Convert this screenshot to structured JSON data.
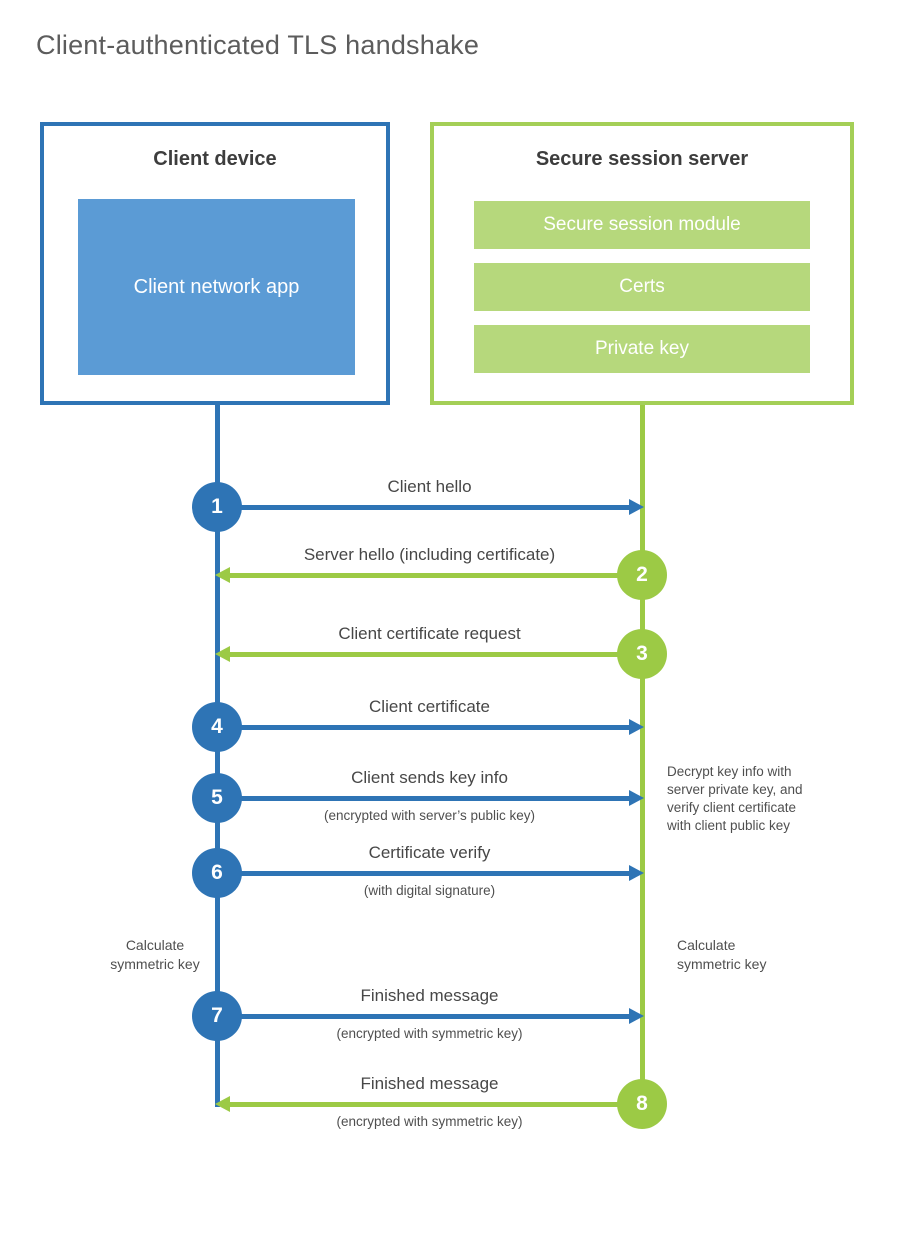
{
  "title": "Client-authenticated TLS handshake",
  "client": {
    "title": "Client device",
    "app_label": "Client network app"
  },
  "server": {
    "title": "Secure session server",
    "modules": [
      "Secure session module",
      "Certs",
      "Private key"
    ]
  },
  "steps": [
    {
      "num": "1",
      "from": "client",
      "label": "Client hello",
      "sub": ""
    },
    {
      "num": "2",
      "from": "server",
      "label": "Server hello (including certificate)",
      "sub": ""
    },
    {
      "num": "3",
      "from": "server",
      "label": "Client certificate request",
      "sub": ""
    },
    {
      "num": "4",
      "from": "client",
      "label": "Client certificate",
      "sub": ""
    },
    {
      "num": "5",
      "from": "client",
      "label": "Client sends key info",
      "sub": "(encrypted with server’s public key)"
    },
    {
      "num": "6",
      "from": "client",
      "label": "Certificate verify",
      "sub": "(with digital signature)"
    },
    {
      "num": "7",
      "from": "client",
      "label": "Finished message",
      "sub": "(encrypted with symmetric key)"
    },
    {
      "num": "8",
      "from": "server",
      "label": "Finished message",
      "sub": "(encrypted with symmetric key)"
    }
  ],
  "annotations": {
    "decrypt_note": "Decrypt key info with\nserver private key, and\nverify client certificate\nwith client public key",
    "calc_key_left": "Calculate\nsymmetric key",
    "calc_key_right": "Calculate\nsymmetric key"
  },
  "colors": {
    "blue_accent": "#2e74b5",
    "blue_fill": "#5b9bd5",
    "green_accent": "#9cca45",
    "green_border": "#a4cf57",
    "green_bar": "#b6d87c"
  }
}
